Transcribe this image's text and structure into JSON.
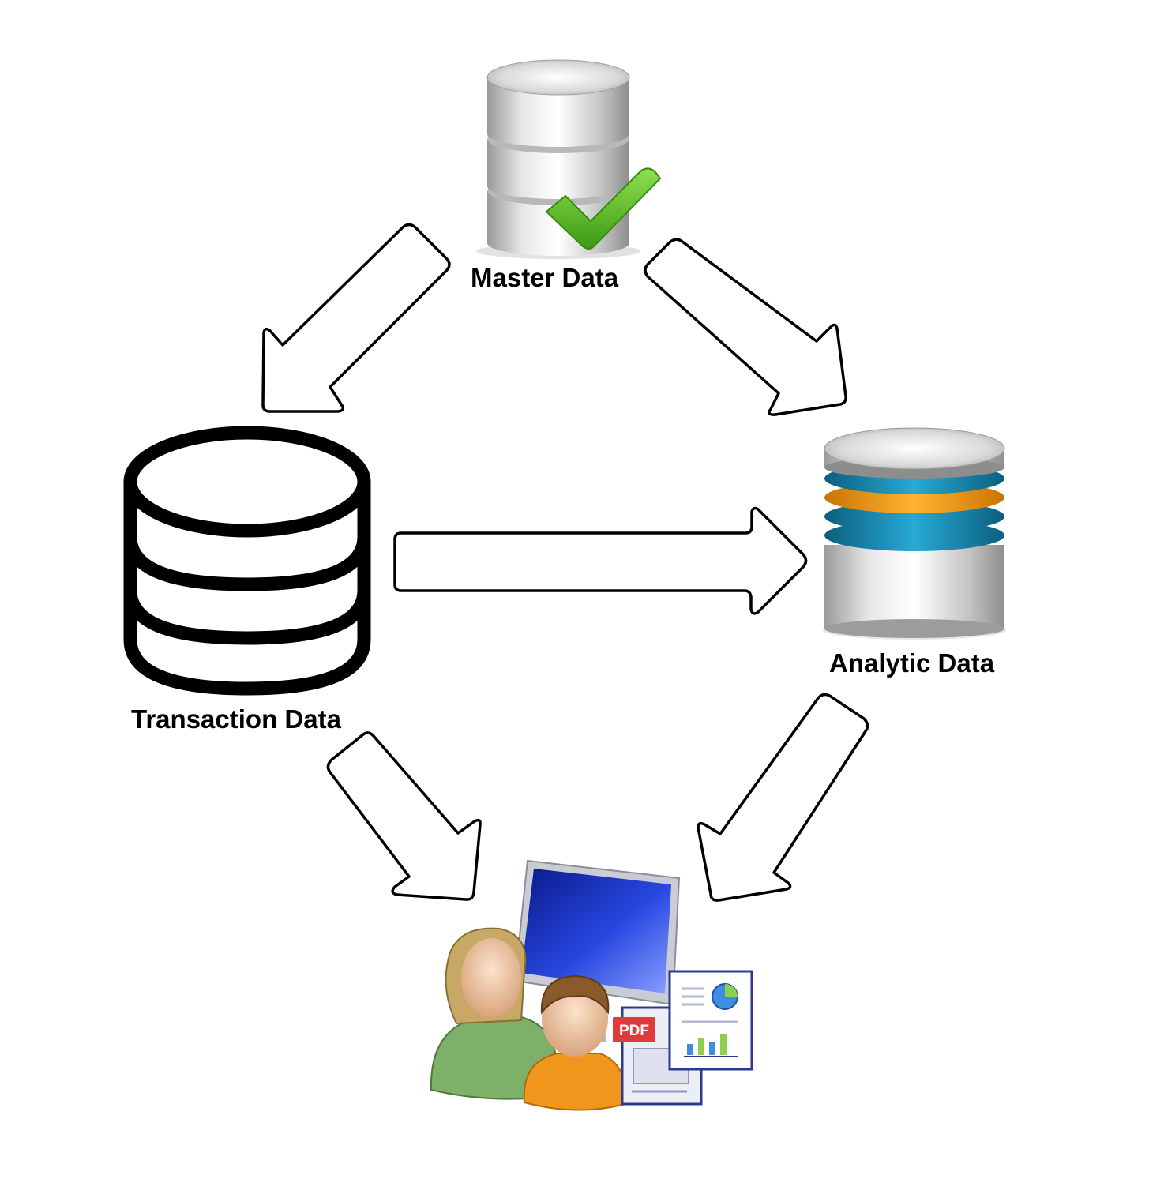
{
  "nodes": {
    "master": {
      "label": "Master Data",
      "icon": "database-check-icon"
    },
    "transaction": {
      "label": "Transaction Data",
      "icon": "database-outline-icon"
    },
    "analytic": {
      "label": "Analytic Data",
      "icon": "database-layered-icon"
    },
    "users": {
      "icon": "users-reports-icon",
      "pdf_badge": "PDF"
    }
  },
  "edges": [
    {
      "from": "master",
      "to": "transaction"
    },
    {
      "from": "master",
      "to": "analytic"
    },
    {
      "from": "transaction",
      "to": "analytic"
    },
    {
      "from": "transaction",
      "to": "users"
    },
    {
      "from": "analytic",
      "to": "users"
    }
  ],
  "colors": {
    "check_green": "#5cc32c",
    "analytic_blue": "#1a8fb5",
    "analytic_orange": "#f0a020",
    "monitor_blue": "#1f3fd6",
    "woman_shirt": "#7fb069",
    "man_shirt": "#f0961c",
    "pdf_red": "#e03a3a"
  }
}
